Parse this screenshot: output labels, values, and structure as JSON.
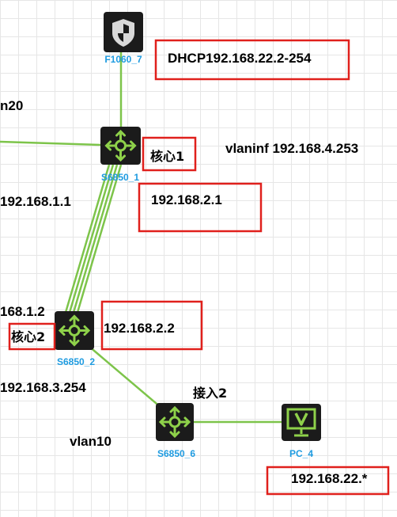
{
  "devices": {
    "firewall": {
      "label": "F1060_7",
      "icon": "shield-firewall-icon"
    },
    "core1": {
      "label": "S6850_1",
      "icon": "switch-icon"
    },
    "core2": {
      "label": "S6850_2",
      "icon": "switch-icon"
    },
    "access": {
      "label": "S6850_6",
      "icon": "switch-icon"
    },
    "pc": {
      "label": "PC_4",
      "icon": "pc-monitor-icon"
    }
  },
  "annotations": {
    "dhcp": "DHCP192.168.22.2-254",
    "core1_name": "核心1",
    "core1_ip": "192.168.2.1",
    "core2_ip": "192.168.2.2",
    "core2_name": "核心2",
    "vlanif": "vlaninf 192.168.4.253",
    "vlan20_partial": "n20",
    "ip_1_1_partial": "192.168.1.1",
    "ip_1_2_partial": "168.1.2",
    "ip_3_254_partial": "192.168.3.254",
    "access_name": "接入2",
    "vlan10": "vlan10",
    "pc_subnet": "192.168.22.*"
  },
  "colors": {
    "link": "#7dc44a",
    "label": "#1e9be0",
    "highlight_box": "#e0201c",
    "device_body": "#1b1b1b",
    "device_glyph": "#8ed14a"
  }
}
